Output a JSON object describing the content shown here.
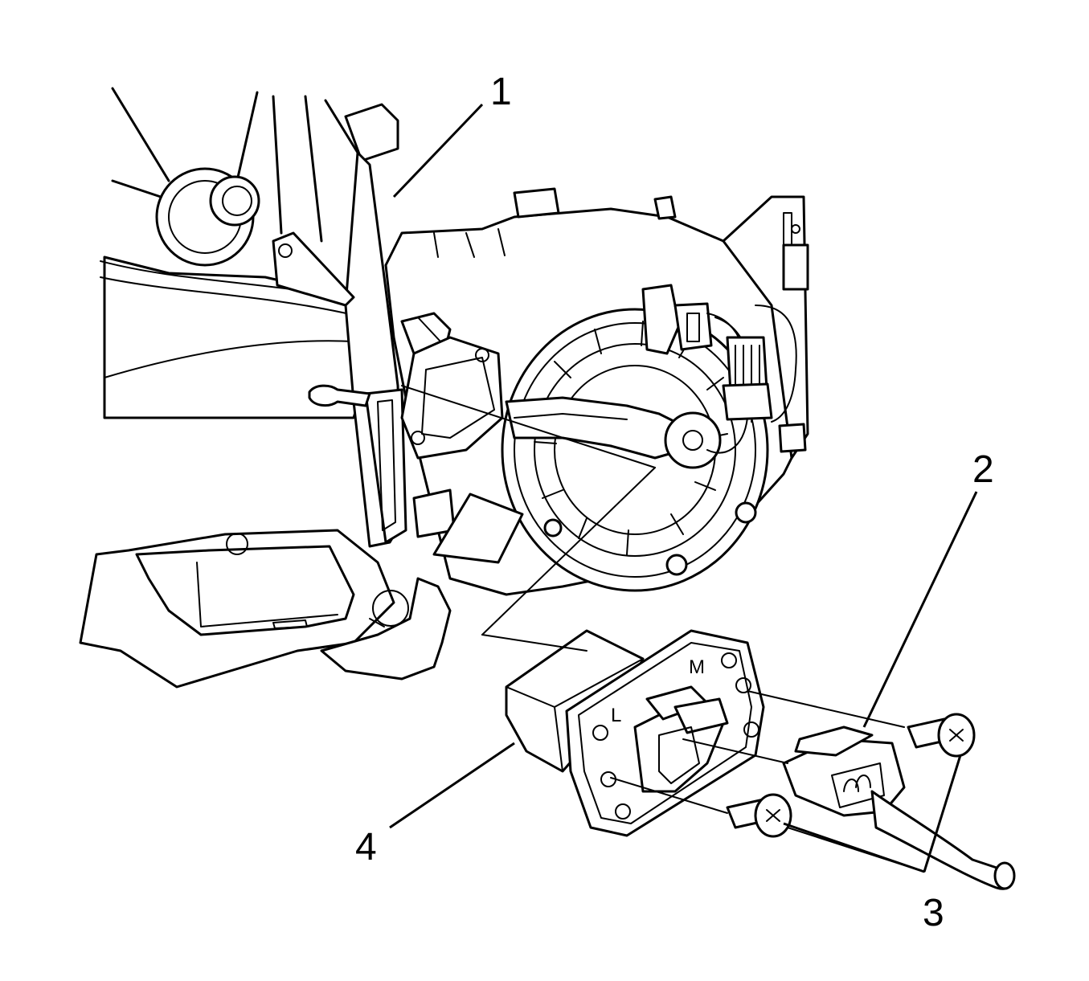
{
  "callouts": {
    "c1": "1",
    "c2": "2",
    "c3": "3",
    "c4": "4"
  },
  "resistor_markings": {
    "m": "M",
    "l": "L"
  },
  "colors": {
    "line": "#000000",
    "background": "#ffffff"
  }
}
